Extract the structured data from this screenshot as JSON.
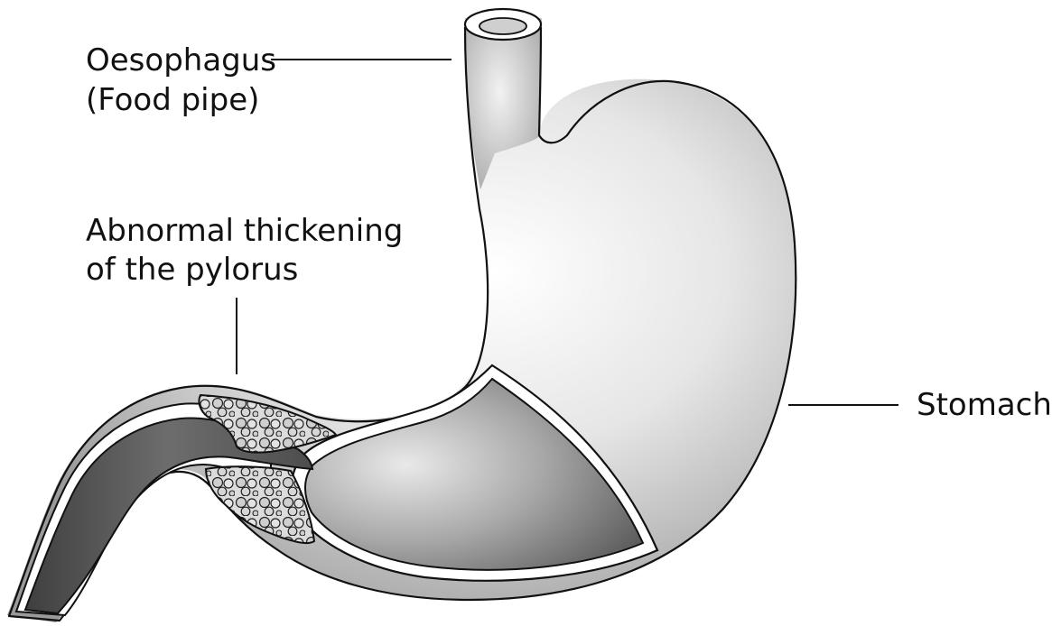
{
  "labels": {
    "oesophagus_line1": "Oesophagus",
    "oesophagus_line2": "(Food pipe)",
    "pylorus_line1": "Abnormal thickening",
    "pylorus_line2": "of the pylorus",
    "stomach": "Stomach"
  },
  "colors": {
    "stomach_light": "#f4f4f4",
    "stomach_mid": "#bdbdbd",
    "stomach_dark": "#6a6a6a",
    "duodenum_dark": "#4a4a4a",
    "tissue_fill": "#d8d8d8",
    "outline": "#111111"
  },
  "icons": [
    "oesophagus-drawing",
    "stomach-drawing",
    "pylorus-thickening-drawing",
    "duodenum-drawing"
  ]
}
